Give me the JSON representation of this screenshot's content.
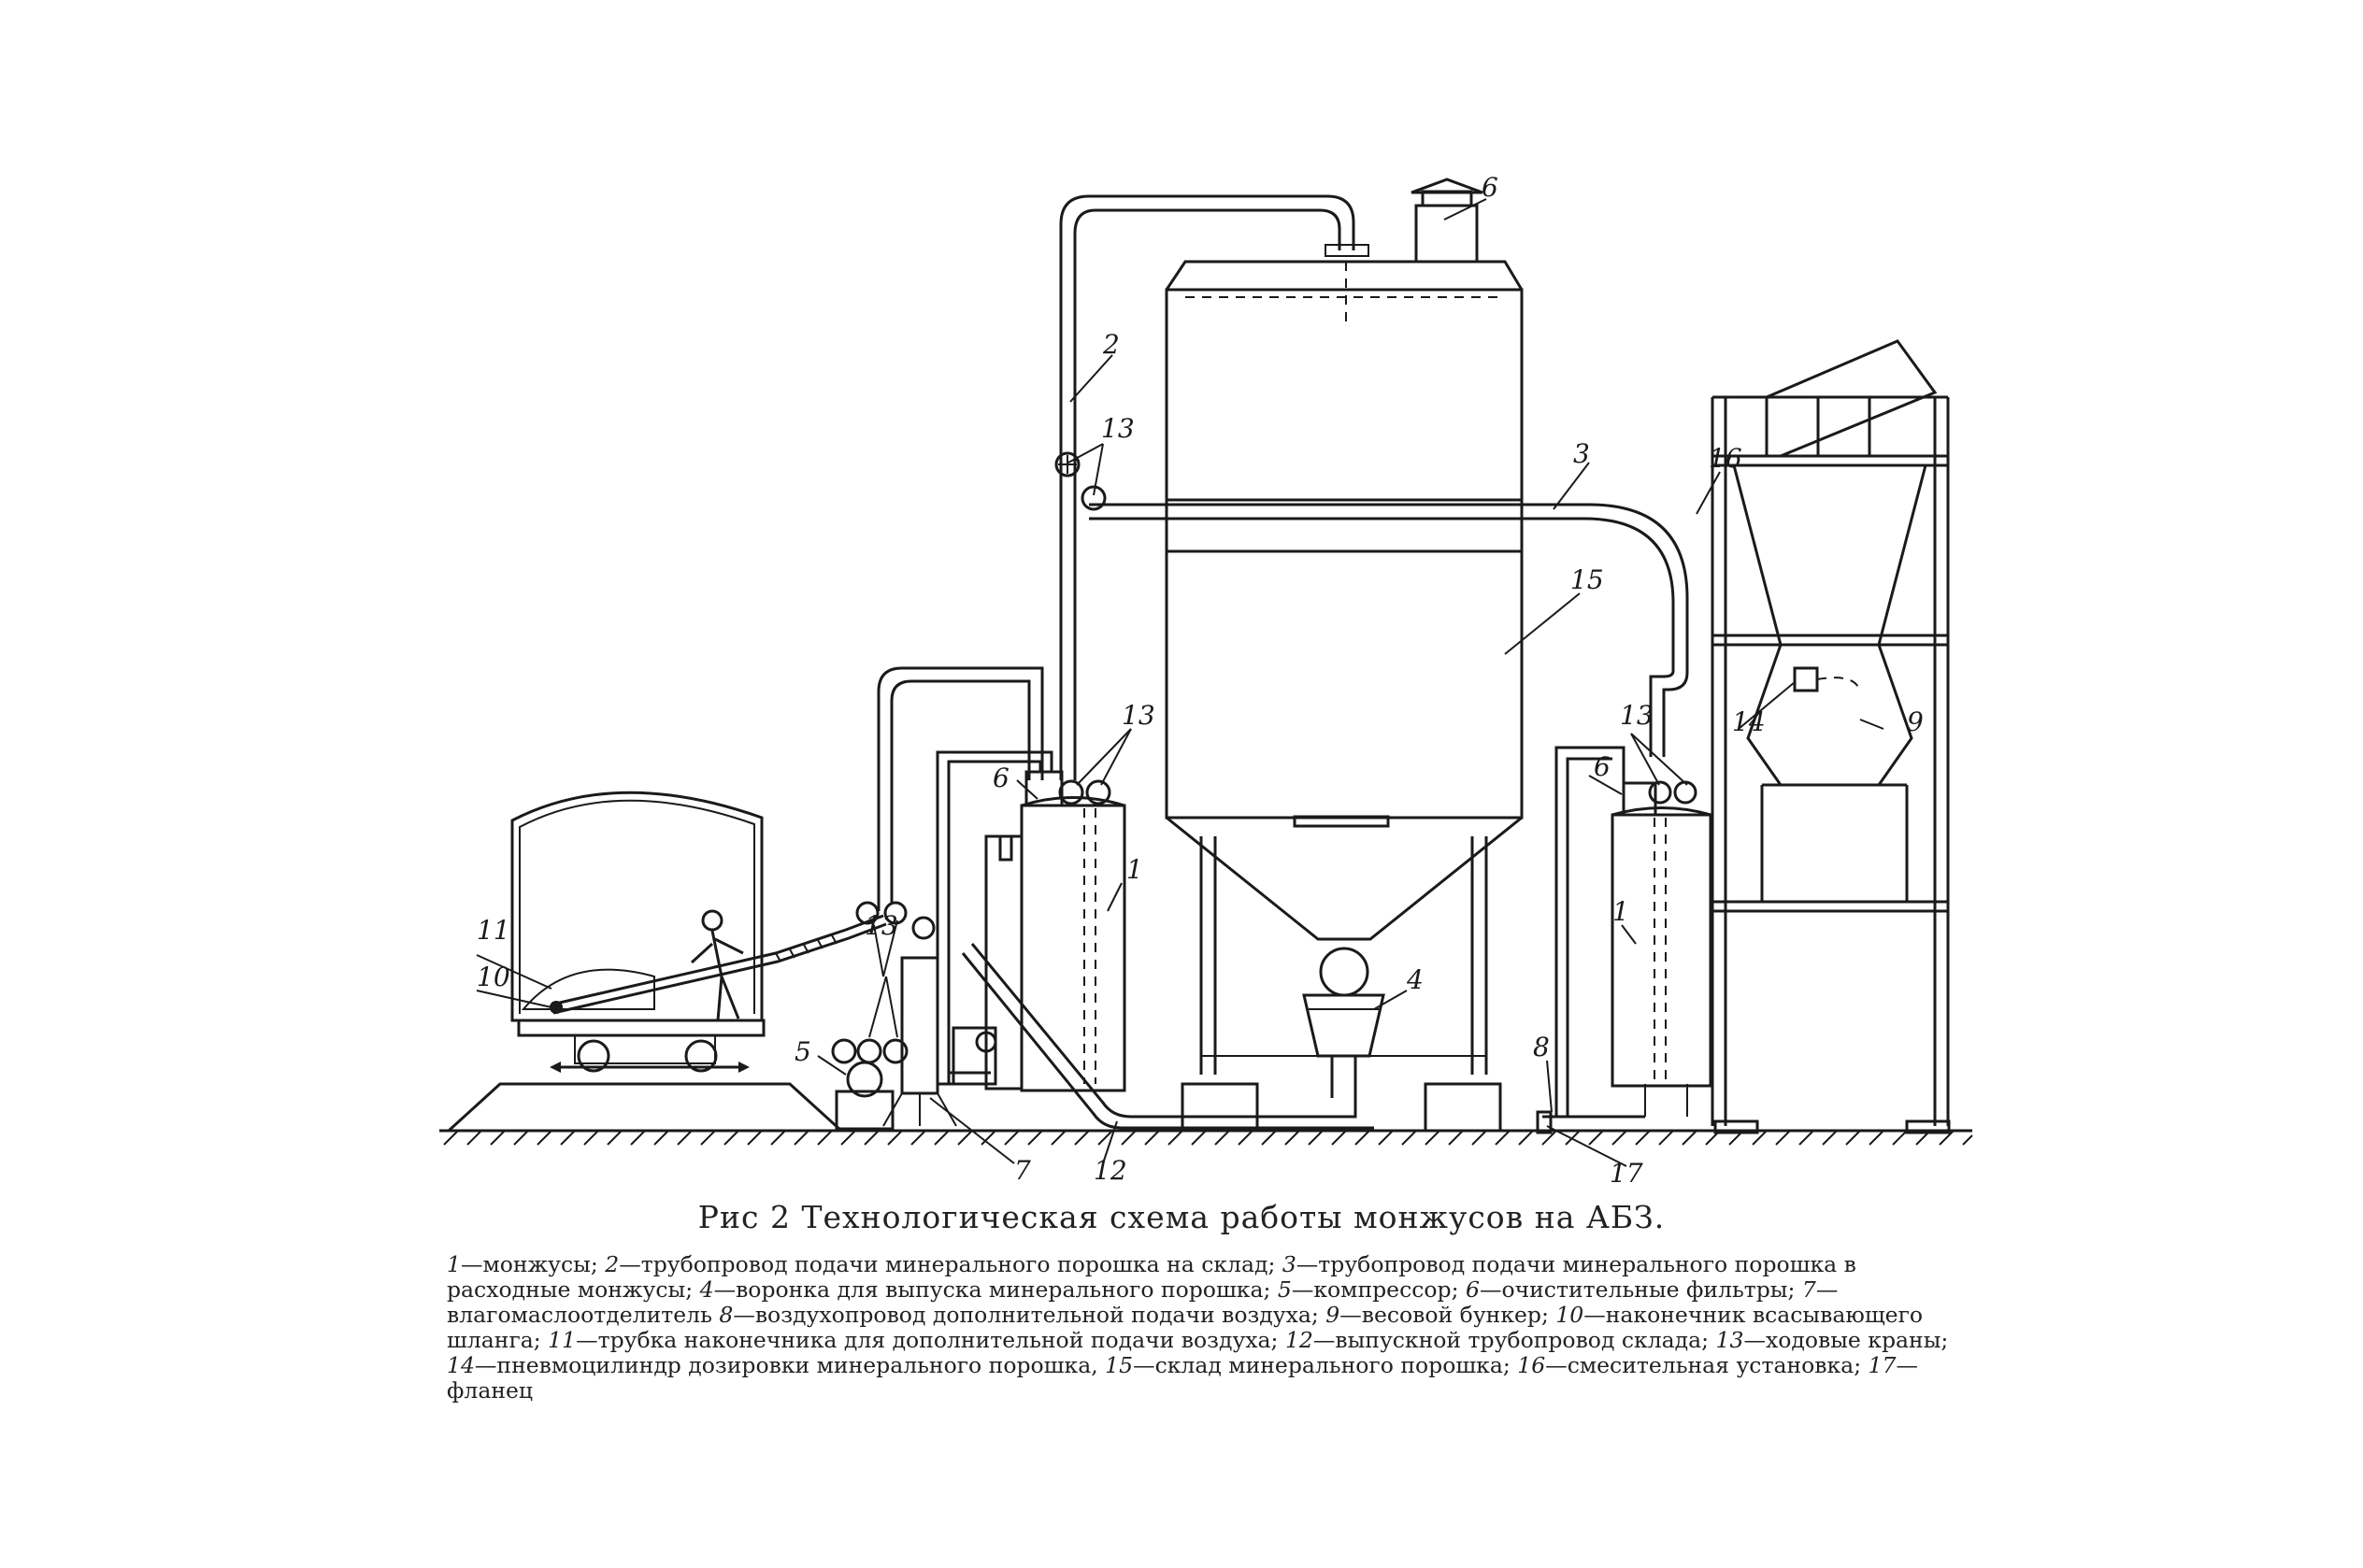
{
  "figure": {
    "title": "Рис 2 Технологическая схема работы монжусов на АБЗ.",
    "callouts": {
      "c1a": "1",
      "c1b": "1",
      "c2": "2",
      "c3": "3",
      "c4": "4",
      "c5": "5",
      "c6a": "6",
      "c6b": "6",
      "c6c": "6",
      "c7": "7",
      "c8": "8",
      "c9": "9",
      "c10": "10",
      "c11": "11",
      "c12": "12",
      "c13a": "13",
      "c13b": "13",
      "c13c": "13",
      "c13d": "13",
      "c14": "14",
      "c15": "15",
      "c16": "16",
      "c17": "17"
    },
    "legend": [
      {
        "num": "1",
        "text": "—монжусы; "
      },
      {
        "num": "2",
        "text": "—трубопровод подачи минерального порошка на склад; "
      },
      {
        "num": "3",
        "text": "—трубопровод подачи минерального порошка в расходные монжусы; "
      },
      {
        "num": "4",
        "text": "—воронка для выпуска минерального порошка; "
      },
      {
        "num": "5",
        "text": "—компрессор; "
      },
      {
        "num": "6",
        "text": "—очистительные фильтры; "
      },
      {
        "num": "7",
        "text": "—влагомаслоотделитель "
      },
      {
        "num": "8",
        "text": "—воздухопровод дополнительной подачи воздуха; "
      },
      {
        "num": "9",
        "text": "—весовой бункер; "
      },
      {
        "num": "10",
        "text": "—наконечник всасывающего шланга; "
      },
      {
        "num": "11",
        "text": "—трубка наконечника для дополнительной подачи воздуха; "
      },
      {
        "num": "12",
        "text": "—выпускной трубопровод склада; "
      },
      {
        "num": "13",
        "text": "—ходовые краны; "
      },
      {
        "num": "14",
        "text": "—пневмоцилиндр дозировки минерального порошка, "
      },
      {
        "num": "15",
        "text": "—склад минерального порошка; "
      },
      {
        "num": "16",
        "text": "—смесительная установка; "
      },
      {
        "num": "17",
        "text": "—фланец"
      }
    ]
  }
}
